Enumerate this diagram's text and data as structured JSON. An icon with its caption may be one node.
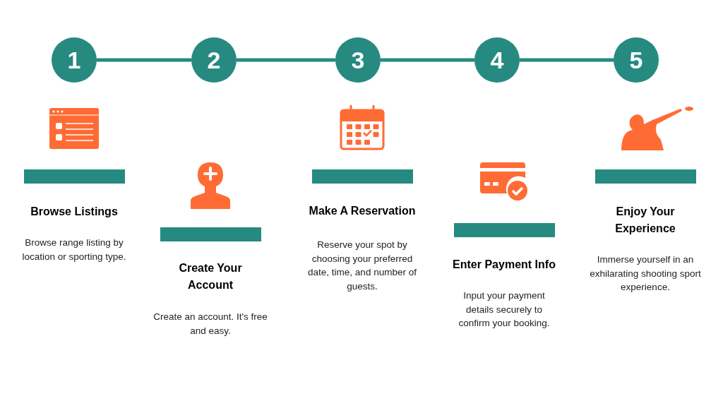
{
  "diagram": {
    "nodes": [
      {
        "text": [
          "1"
        ]
      },
      {
        "text": [
          "2"
        ]
      },
      {
        "text": [
          "3"
        ]
      },
      {
        "text": [
          "4"
        ]
      },
      {
        "text": [
          "5"
        ]
      },
      {
        "text": [],
        "shape": "bar"
      },
      {
        "text": [],
        "shape": "bar"
      },
      {
        "text": [],
        "shape": "bar"
      },
      {
        "text": [],
        "shape": "bar"
      },
      {
        "text": [],
        "shape": "bar"
      }
    ],
    "edges": [
      {
        "from": 0,
        "to": 1,
        "arrow": "none"
      },
      {
        "from": 1,
        "to": 2,
        "arrow": "none"
      },
      {
        "from": 2,
        "to": 3,
        "arrow": "none"
      },
      {
        "from": 3,
        "to": 4,
        "arrow": "none"
      }
    ],
    "labels": [
      "Browse Listings",
      "Browse range listing by location or sporting type.",
      "Create Your Account",
      "Create an account. It's free and easy.",
      "Make A Reservation",
      "Reserve your spot by choosing your preferred date, time, and number of guests.",
      "Enter Payment Info",
      "Input your payment details securely to confirm your booking.",
      "Enjoy Your Experience",
      "Immerse yourself in an exhilarating shooting sport experience."
    ]
  }
}
